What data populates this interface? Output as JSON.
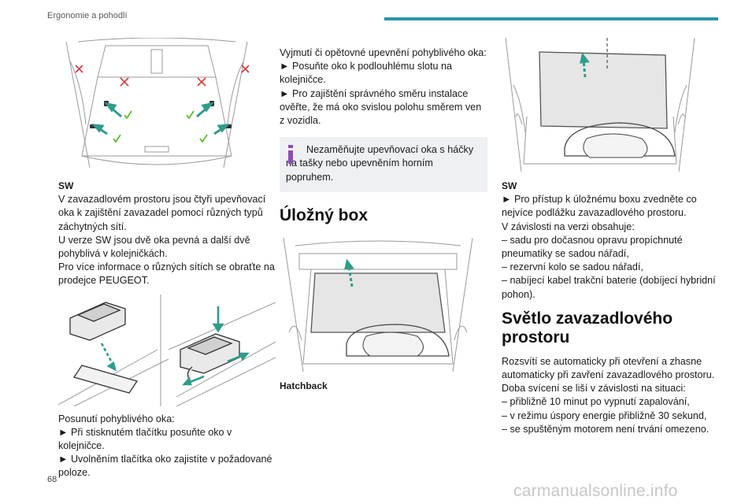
{
  "header": {
    "section_title": "Ergonomie a pohodlí"
  },
  "col1": {
    "sw_label": "SW",
    "p1": "V zavazadlovém prostoru jsou čtyři upevňovací oka k zajištění zavazadel pomocí různých typů záchytných sítí.",
    "p2": "U verze SW jsou dvě oka pevná a další dvě pohyblivá v kolejničkách.",
    "p3": "Pro více informace o různých sítích se obraťte na prodejce PEUGEOT.",
    "move_title": "Posunutí pohyblivého oka:",
    "move_step1": "► Při stisknutém tlačítku posuňte oko v kolejničce.",
    "move_step2": "► Uvolněním tlačítka oko zajistíte v požadované poloze."
  },
  "col2": {
    "intro": "Vyjmutí či opětovné upevnění pohyblivého oka:",
    "step1": "► Posuňte oko k podlouhlému slotu na kolejničce.",
    "step2": "► Pro zajištění správného směru instalace ověřte, že má oko svislou polohu směrem ven z vozidla.",
    "note": "Nezaměňujte upevňovací oka s háčky na tašky nebo upevněním horním popruhem.",
    "storage_title": "Úložný box",
    "hatchback_label": "Hatchback"
  },
  "col3": {
    "sw_label": "SW",
    "step1": "► Pro přístup k úložnému boxu zvedněte co nejvíce podlážku zavazadlového prostoru.",
    "intro_list": "V závislosti na verzi obsahuje:",
    "item1": "– sadu pro dočasnou opravu propíchnuté pneumatiky se sadou nářadí,",
    "item2": "– rezervní kolo se sadou nářadí,",
    "item3": "– nabíjecí kabel trakční baterie (dobíjecí hybridní pohon).",
    "light_title": "Světlo zavazadlového prostoru",
    "light_p1": "Rozsvítí se automaticky při otevření a zhasne automaticky při zavření zavazadlového prostoru.",
    "light_p2": "Doba svícení se liší v závislosti na situaci:",
    "light_item1": "– přibližně 10 minut po vypnutí zapalování,",
    "light_item2": "– v režimu úspory energie přibližně 30 sekund,",
    "light_item3": "– se spuštěným motorem není trvání omezeno."
  },
  "footer": {
    "page_number": "68",
    "watermark": "carmanualsonline.info"
  },
  "colors": {
    "accent": "#2a95a6",
    "arrow_teal": "#2f9c8c",
    "check_green": "#5bbf2a",
    "cross_red": "#d9383a"
  },
  "icons": [
    "info-icon",
    "arrow-icon",
    "check-icon",
    "cross-icon"
  ]
}
